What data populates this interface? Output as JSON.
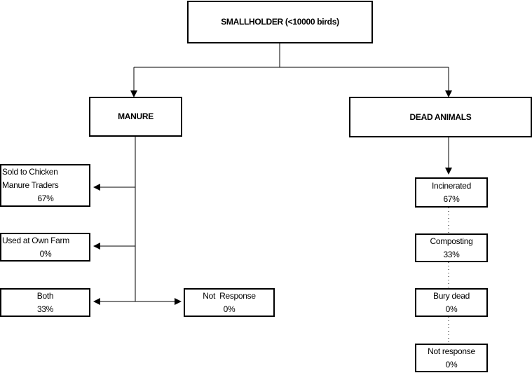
{
  "root": {
    "label": "SMALLHOLDER (<10000 birds)"
  },
  "manure": {
    "label": "MANURE",
    "options": [
      {
        "line1": "Sold to Chicken",
        "line2": "Manure Traders",
        "pct": "67%"
      },
      {
        "line1": "Used at Own Farm",
        "pct": "0%"
      },
      {
        "line1": "Both",
        "pct": "33%"
      },
      {
        "line1": "Not  Response",
        "pct": "0%"
      }
    ]
  },
  "dead_animals": {
    "label": "DEAD ANIMALS",
    "options": [
      {
        "line1": "Incinerated",
        "pct": "67%"
      },
      {
        "line1": "Composting",
        "pct": "33%"
      },
      {
        "line1": "Bury dead",
        "pct": "0%"
      },
      {
        "line1": "Not response",
        "pct": "0%"
      }
    ]
  }
}
